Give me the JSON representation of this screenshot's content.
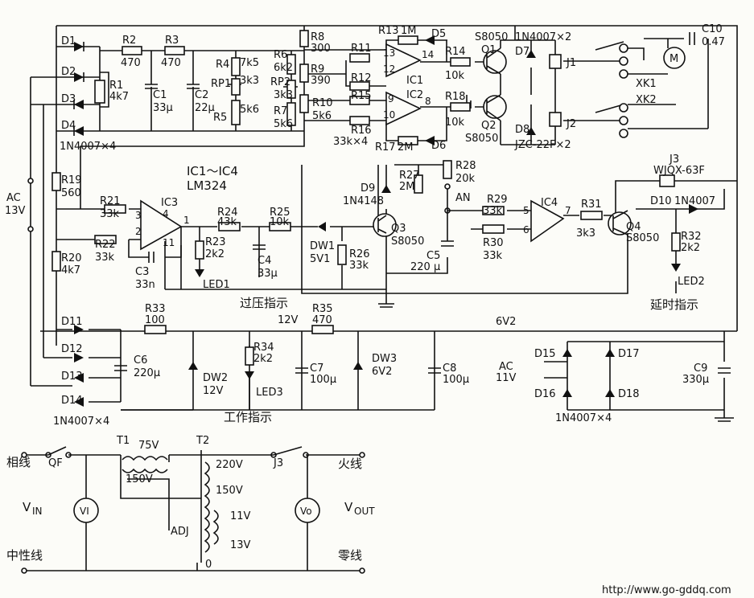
{
  "labels": {
    "D1": "D1",
    "D2": "D2",
    "D3": "D3",
    "D4": "D4",
    "d1_4_type": "1N4007×4",
    "R1": "R1",
    "R1v": "4k7",
    "R2": "R2",
    "R2v": "470",
    "R3": "R3",
    "R3v": "470",
    "C1": "C1",
    "C1v": "33μ",
    "C2": "C2",
    "C2v": "22μ",
    "R4": "R4",
    "R4v": "7k5",
    "RP1": "RP1",
    "RP1v": "3k3",
    "R5": "R5",
    "R5v": "5k6",
    "R6": "R6",
    "R6v": "6k2",
    "RP2": "RP2",
    "RP2v": "3k3",
    "R7": "R7",
    "R7v": "5k6",
    "R8": "R8",
    "R8v": "300",
    "R9": "R9",
    "R9v": "390",
    "R10": "R10",
    "R10v": "5k6",
    "R11": "R11",
    "R12": "R12",
    "R15": "R15",
    "R16": "R16",
    "r16_type": "33k×4",
    "R13": "R13",
    "R13v": "1M",
    "D5": "D5",
    "R17": "R17",
    "R17v": "2M",
    "D6": "D6",
    "IC1": "IC1",
    "IC2": "IC2",
    "R14": "R14",
    "R14v": "10k",
    "R18": "R18",
    "R18v": "10k",
    "Q1type": "S8050",
    "Q1": "Q1",
    "Q2": "Q2",
    "Q2type": "S8050",
    "d7_8_type": "1N4007×2",
    "D7": "D7",
    "D8": "D8",
    "J1": "J1",
    "J2": "J2",
    "relay_type": "JZC-22F×2",
    "C10": "C10",
    "C10v": "0.47",
    "M": "M",
    "XK1": "XK1",
    "XK2": "XK2",
    "AC": "AC",
    "AC13": "13V",
    "R19": "R19",
    "R19v": "560",
    "R20": "R20",
    "R20v": "4k7",
    "ic_range": "IC1～IC4",
    "ic_type": "LM324",
    "R21": "R21",
    "R21v": "33k",
    "R22": "R22",
    "R22v": "33k",
    "IC3": "IC3",
    "p3": "3",
    "p2": "2",
    "p4": "4",
    "p11": "11",
    "p1": "1",
    "C3": "C3",
    "C3v": "33n",
    "R24": "R24",
    "R24v": "43k",
    "R25": "R25",
    "R25v": "10k",
    "R23": "R23",
    "R23v": "2k2",
    "LED1": "LED1",
    "C4": "C4",
    "C4v": "33μ",
    "DW1": "DW1",
    "DW1v": "5V1",
    "R26": "R26",
    "R26v": "33k",
    "D9": "D9",
    "D9type": "1N4148",
    "R27": "R27",
    "R27v": "2M",
    "Q3": "Q3",
    "Q3type": "S8050",
    "R28": "R28",
    "R28v": "20k",
    "AN": "AN",
    "C5": "C5",
    "C5v": "220 μ",
    "R29": "R29",
    "R29v": "33k",
    "R30": "R30",
    "R30v": "33k",
    "IC4": "IC4",
    "p5": "5",
    "p6": "6",
    "p7": "7",
    "R31": "R31",
    "R31v": "3k3",
    "Q4": "Q4",
    "Q4type": "S8050",
    "J3": "J3",
    "J3type": "WJQX-63F",
    "D10": "D10",
    "D10type": "1N4007",
    "R32": "R32",
    "R32v": "2k2",
    "LED2": "LED2",
    "over_volt": "过压指示",
    "delay": "延时指示",
    "D11": "D11",
    "D12": "D12",
    "D13": "D13",
    "D14": "D14",
    "d11_14_type": "1N4007×4",
    "R33": "R33",
    "R33v": "100",
    "C6": "C6",
    "C6v": "220μ",
    "DW2": "DW2",
    "DW2v": "12V",
    "R34": "R34",
    "R34v": "2k2",
    "LED3": "LED3",
    "work": "工作指示",
    "v12": "12V",
    "R35": "R35",
    "R35v": "470",
    "C7": "C7",
    "C7v": "100μ",
    "DW3": "DW3",
    "DW3v": "6V2",
    "C8": "C8",
    "C8v": "100μ",
    "v62": "6V2",
    "AC11": "AC",
    "AC11v": "11V",
    "D15": "D15",
    "D16": "D16",
    "D17": "D17",
    "D18": "D18",
    "d15_18_type": "1N4007×4",
    "C9": "C9",
    "C9v": "330μ",
    "T1": "T1",
    "T1v75": "75V",
    "T1v150": "150V",
    "T2": "T2",
    "T2v220": "220V",
    "T2v150": "150V",
    "T2v11": "11V",
    "T2v13": "13V",
    "T2zero": "0",
    "ADJ": "ADJ",
    "QF": "QF",
    "J3b": "J3",
    "phase": "相线",
    "neutral": "中性线",
    "live": "火线",
    "zero_line": "零线",
    "VI": "VI",
    "VO": "Vo",
    "VIN": "V",
    "VIN_sub": "IN",
    "VOUT": "V",
    "VOUT_sub": "OUT",
    "url": "http://www.go-gddq.com"
  }
}
